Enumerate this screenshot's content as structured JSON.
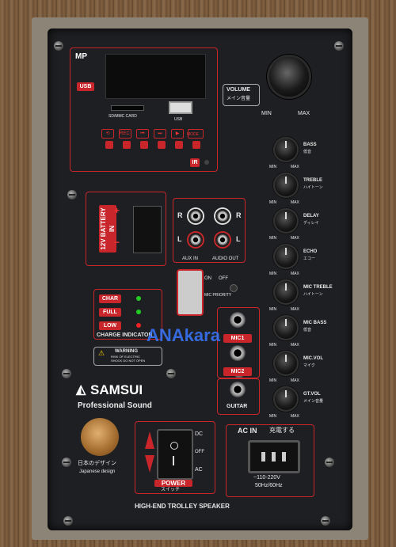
{
  "mp3": {
    "logo": "MP",
    "usb_tag": "USB",
    "sd_label": "SD/MMC CARD",
    "usb_label": "USB",
    "rec": "REC",
    "mode": "MODE",
    "ir": "IR"
  },
  "volume": {
    "label": "VOLUME",
    "jp": "メイン音量",
    "min": "MIN",
    "max": "MAX"
  },
  "knobs": [
    {
      "label": "BASS",
      "jp": "低音"
    },
    {
      "label": "TREBLE",
      "jp": "ハイトーン"
    },
    {
      "label": "DELAY",
      "jp": "ディレイ"
    },
    {
      "label": "ECHO",
      "jp": "エコー"
    },
    {
      "label": "MIC TREBLE",
      "jp": "ハイトーン"
    },
    {
      "label": "MIC BASS",
      "jp": "低音"
    },
    {
      "label": "MIC.VOL",
      "jp": "マイク"
    },
    {
      "label": "GT.VOL",
      "jp": "メイン音量"
    }
  ],
  "knob_min": "MIN",
  "knob_max": "MAX",
  "battery": {
    "label": "12V BATTERY IN",
    "plus": "+",
    "minus": "−"
  },
  "rca": {
    "r": "R",
    "l": "L",
    "aux_in": "AUX IN",
    "audio_out": "AUDIO OUT"
  },
  "priority": {
    "on": "ON",
    "off": "OFF",
    "label": "MIC PRIORITY"
  },
  "charge": {
    "char": "CHAR",
    "full": "FULL",
    "low": "LOW",
    "title": "CHARGE INDICATOR"
  },
  "warning": {
    "title": "WARNING",
    "line1": "RISK OF ELECTRIC",
    "line2": "SHOCK DO NOT OPEN"
  },
  "mics": {
    "mic1": "MIC1",
    "mic2": "MIC2",
    "guitar": "GUITAR"
  },
  "brand": {
    "name": "SAMSUI",
    "sub": "Professional Sound",
    "jp": "日本のデザイン",
    "jp_en": "Japanese design"
  },
  "power": {
    "dc": "DC",
    "off": "OFF",
    "ac": "AC",
    "label": "POWER",
    "jp": "スイッチ"
  },
  "acin": {
    "label": "AC IN",
    "jp": "充電する",
    "volt": "~110-220V",
    "hz": "50Hz/60Hz"
  },
  "footer": "HIGH-END TROLLEY SPEAKER",
  "watermark": "ANAkara"
}
